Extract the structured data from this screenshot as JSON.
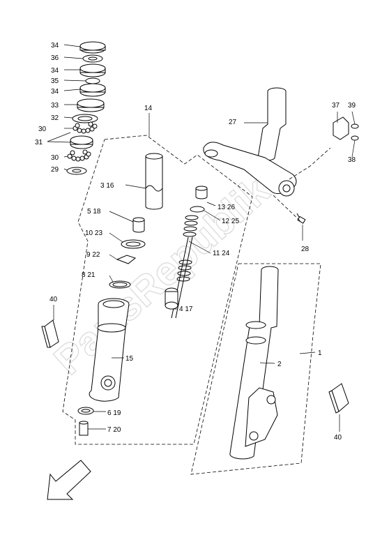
{
  "watermark": "PartsRepublik",
  "callouts": [
    {
      "id": "c34a",
      "text": "34"
    },
    {
      "id": "c36",
      "text": "36"
    },
    {
      "id": "c34b",
      "text": "34"
    },
    {
      "id": "c35",
      "text": "35"
    },
    {
      "id": "c34c",
      "text": "34"
    },
    {
      "id": "c33",
      "text": "33"
    },
    {
      "id": "c32",
      "text": "32"
    },
    {
      "id": "c30a",
      "text": "30"
    },
    {
      "id": "c31",
      "text": "31"
    },
    {
      "id": "c30b",
      "text": "30"
    },
    {
      "id": "c29",
      "text": "29"
    },
    {
      "id": "c14",
      "text": "14"
    },
    {
      "id": "c27",
      "text": "27"
    },
    {
      "id": "c37",
      "text": "37"
    },
    {
      "id": "c39",
      "text": "39"
    },
    {
      "id": "c38",
      "text": "38"
    },
    {
      "id": "c3_16",
      "text": "3     16"
    },
    {
      "id": "c13_26",
      "text": "13  26"
    },
    {
      "id": "c5_18",
      "text": "5   18"
    },
    {
      "id": "c12_25",
      "text": "12  25"
    },
    {
      "id": "c28",
      "text": "28"
    },
    {
      "id": "c10_23",
      "text": "10  23"
    },
    {
      "id": "c11_24",
      "text": "11   24"
    },
    {
      "id": "c9_22",
      "text": "9    22"
    },
    {
      "id": "c8_21",
      "text": "8   21"
    },
    {
      "id": "c40a",
      "text": "40"
    },
    {
      "id": "c4_17",
      "text": "4   17"
    },
    {
      "id": "c1",
      "text": "1"
    },
    {
      "id": "c15",
      "text": "15"
    },
    {
      "id": "c2",
      "text": "2"
    },
    {
      "id": "c6_19",
      "text": "6  19"
    },
    {
      "id": "c7_20",
      "text": "7    20"
    },
    {
      "id": "c40b",
      "text": "40"
    }
  ]
}
